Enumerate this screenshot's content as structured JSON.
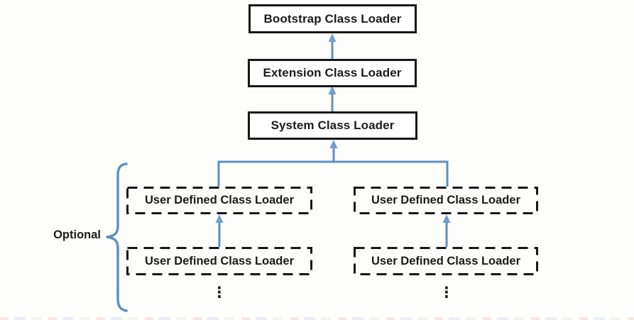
{
  "diagram": {
    "nodes": {
      "bootstrap": {
        "label": "Bootstrap Class Loader"
      },
      "extension": {
        "label": "Extension Class Loader"
      },
      "system": {
        "label": "System Class Loader"
      }
    },
    "user_boxes": [
      {
        "label": "User Defined Class Loader"
      },
      {
        "label": "User Defined Class Loader"
      },
      {
        "label": "User Defined Class Loader"
      },
      {
        "label": "User Defined Class Loader"
      }
    ],
    "optional_label": "Optional",
    "ellipsis_glyph": "⋮",
    "colors": {
      "background": "#fdfdfc",
      "box_border": "#171717",
      "text": "#1b1b1b",
      "connector": "#5e8fc5",
      "connector_head": "#6f9ed2"
    }
  }
}
